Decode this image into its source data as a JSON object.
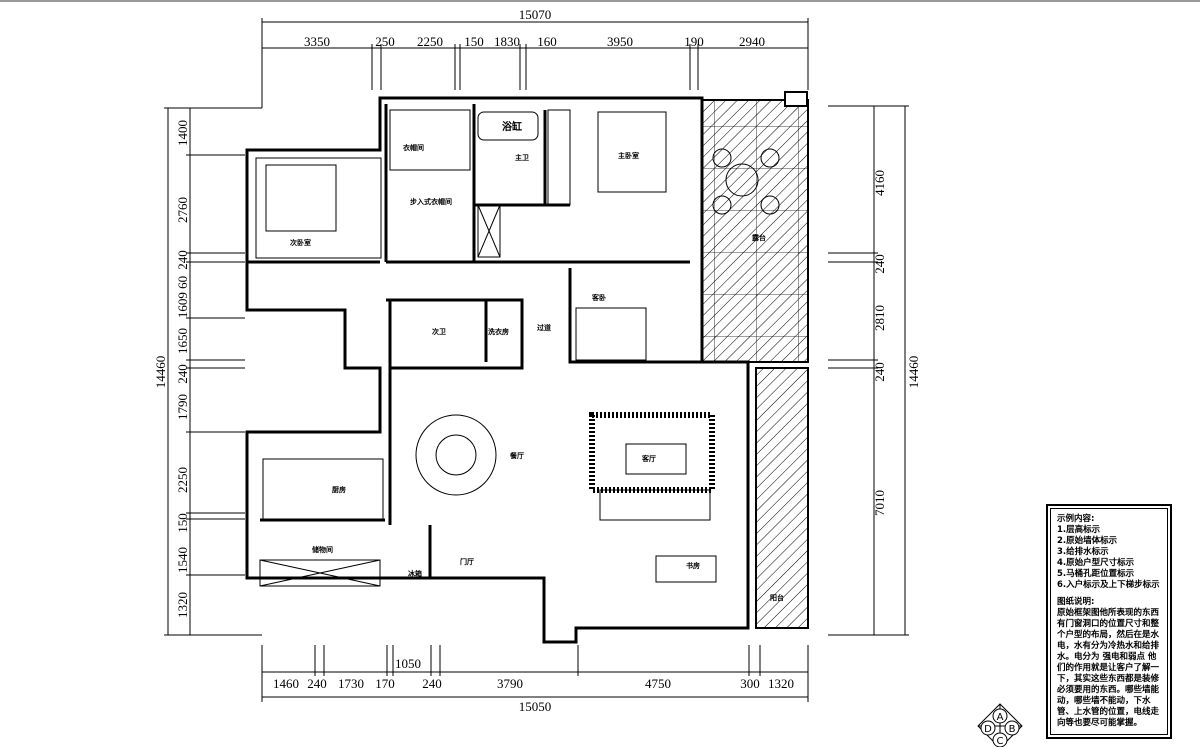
{
  "dimensions": {
    "top_total": "15070",
    "top": [
      "3350",
      "250",
      "2250",
      "150",
      "1830",
      "160",
      "3950",
      "190",
      "2940"
    ],
    "bottom_total": "15050",
    "bottom": [
      "1460",
      "240",
      "1730",
      "170",
      "1050",
      "240",
      "3790",
      "4750",
      "300",
      "1320"
    ],
    "left_total": "14460",
    "left": [
      "1400",
      "2760",
      "240",
      "1609 60",
      "1650",
      "240",
      "1790",
      "2250",
      "150",
      "1540",
      "1320"
    ],
    "right_total": "14460",
    "right": [
      "4160",
      "240",
      "2810",
      "240",
      "7010"
    ]
  },
  "rooms": {
    "cloakroom": "衣帽间",
    "walkin": "步入式衣帽间",
    "bathtub": "浴缸",
    "master_bath": "主卫",
    "master_bedroom": "主卧室",
    "second_bedroom": "次卧室",
    "guest_room": "客卧",
    "second_bath": "次卫",
    "laundry": "洗衣房",
    "corridor": "过道",
    "dining": "餐厅",
    "living": "客厅",
    "kitchen": "厨房",
    "storage": "储物间",
    "fridge": "冰箱",
    "foyer": "门厅",
    "study": "书房",
    "terrace": "露台",
    "balcony": "阳台"
  },
  "legend": {
    "title": "示例内容:",
    "items": [
      "1.层高标示",
      "2.原始墙体标示",
      "3.给排水标示",
      "4.原始户型尺寸标示",
      "5.马桶孔距位置标示",
      "6.入户标示及上下梯步标示"
    ],
    "note_title": "图纸说明:",
    "note": "原始框架图他所表现的东西有门窗洞口的位置尺寸和整个户型的布局，然后在是水电，水有分为冷热水和给排水。电分为 强电和弱点 他们的作用就是让客户了解一下，其实这些东西都是装修必须要用的东西。哪些墙能动，哪些墙不能动，下水管、上水管的位置，电线走向等也要尽可能掌握。"
  },
  "compass": [
    "A",
    "B",
    "C",
    "D"
  ]
}
